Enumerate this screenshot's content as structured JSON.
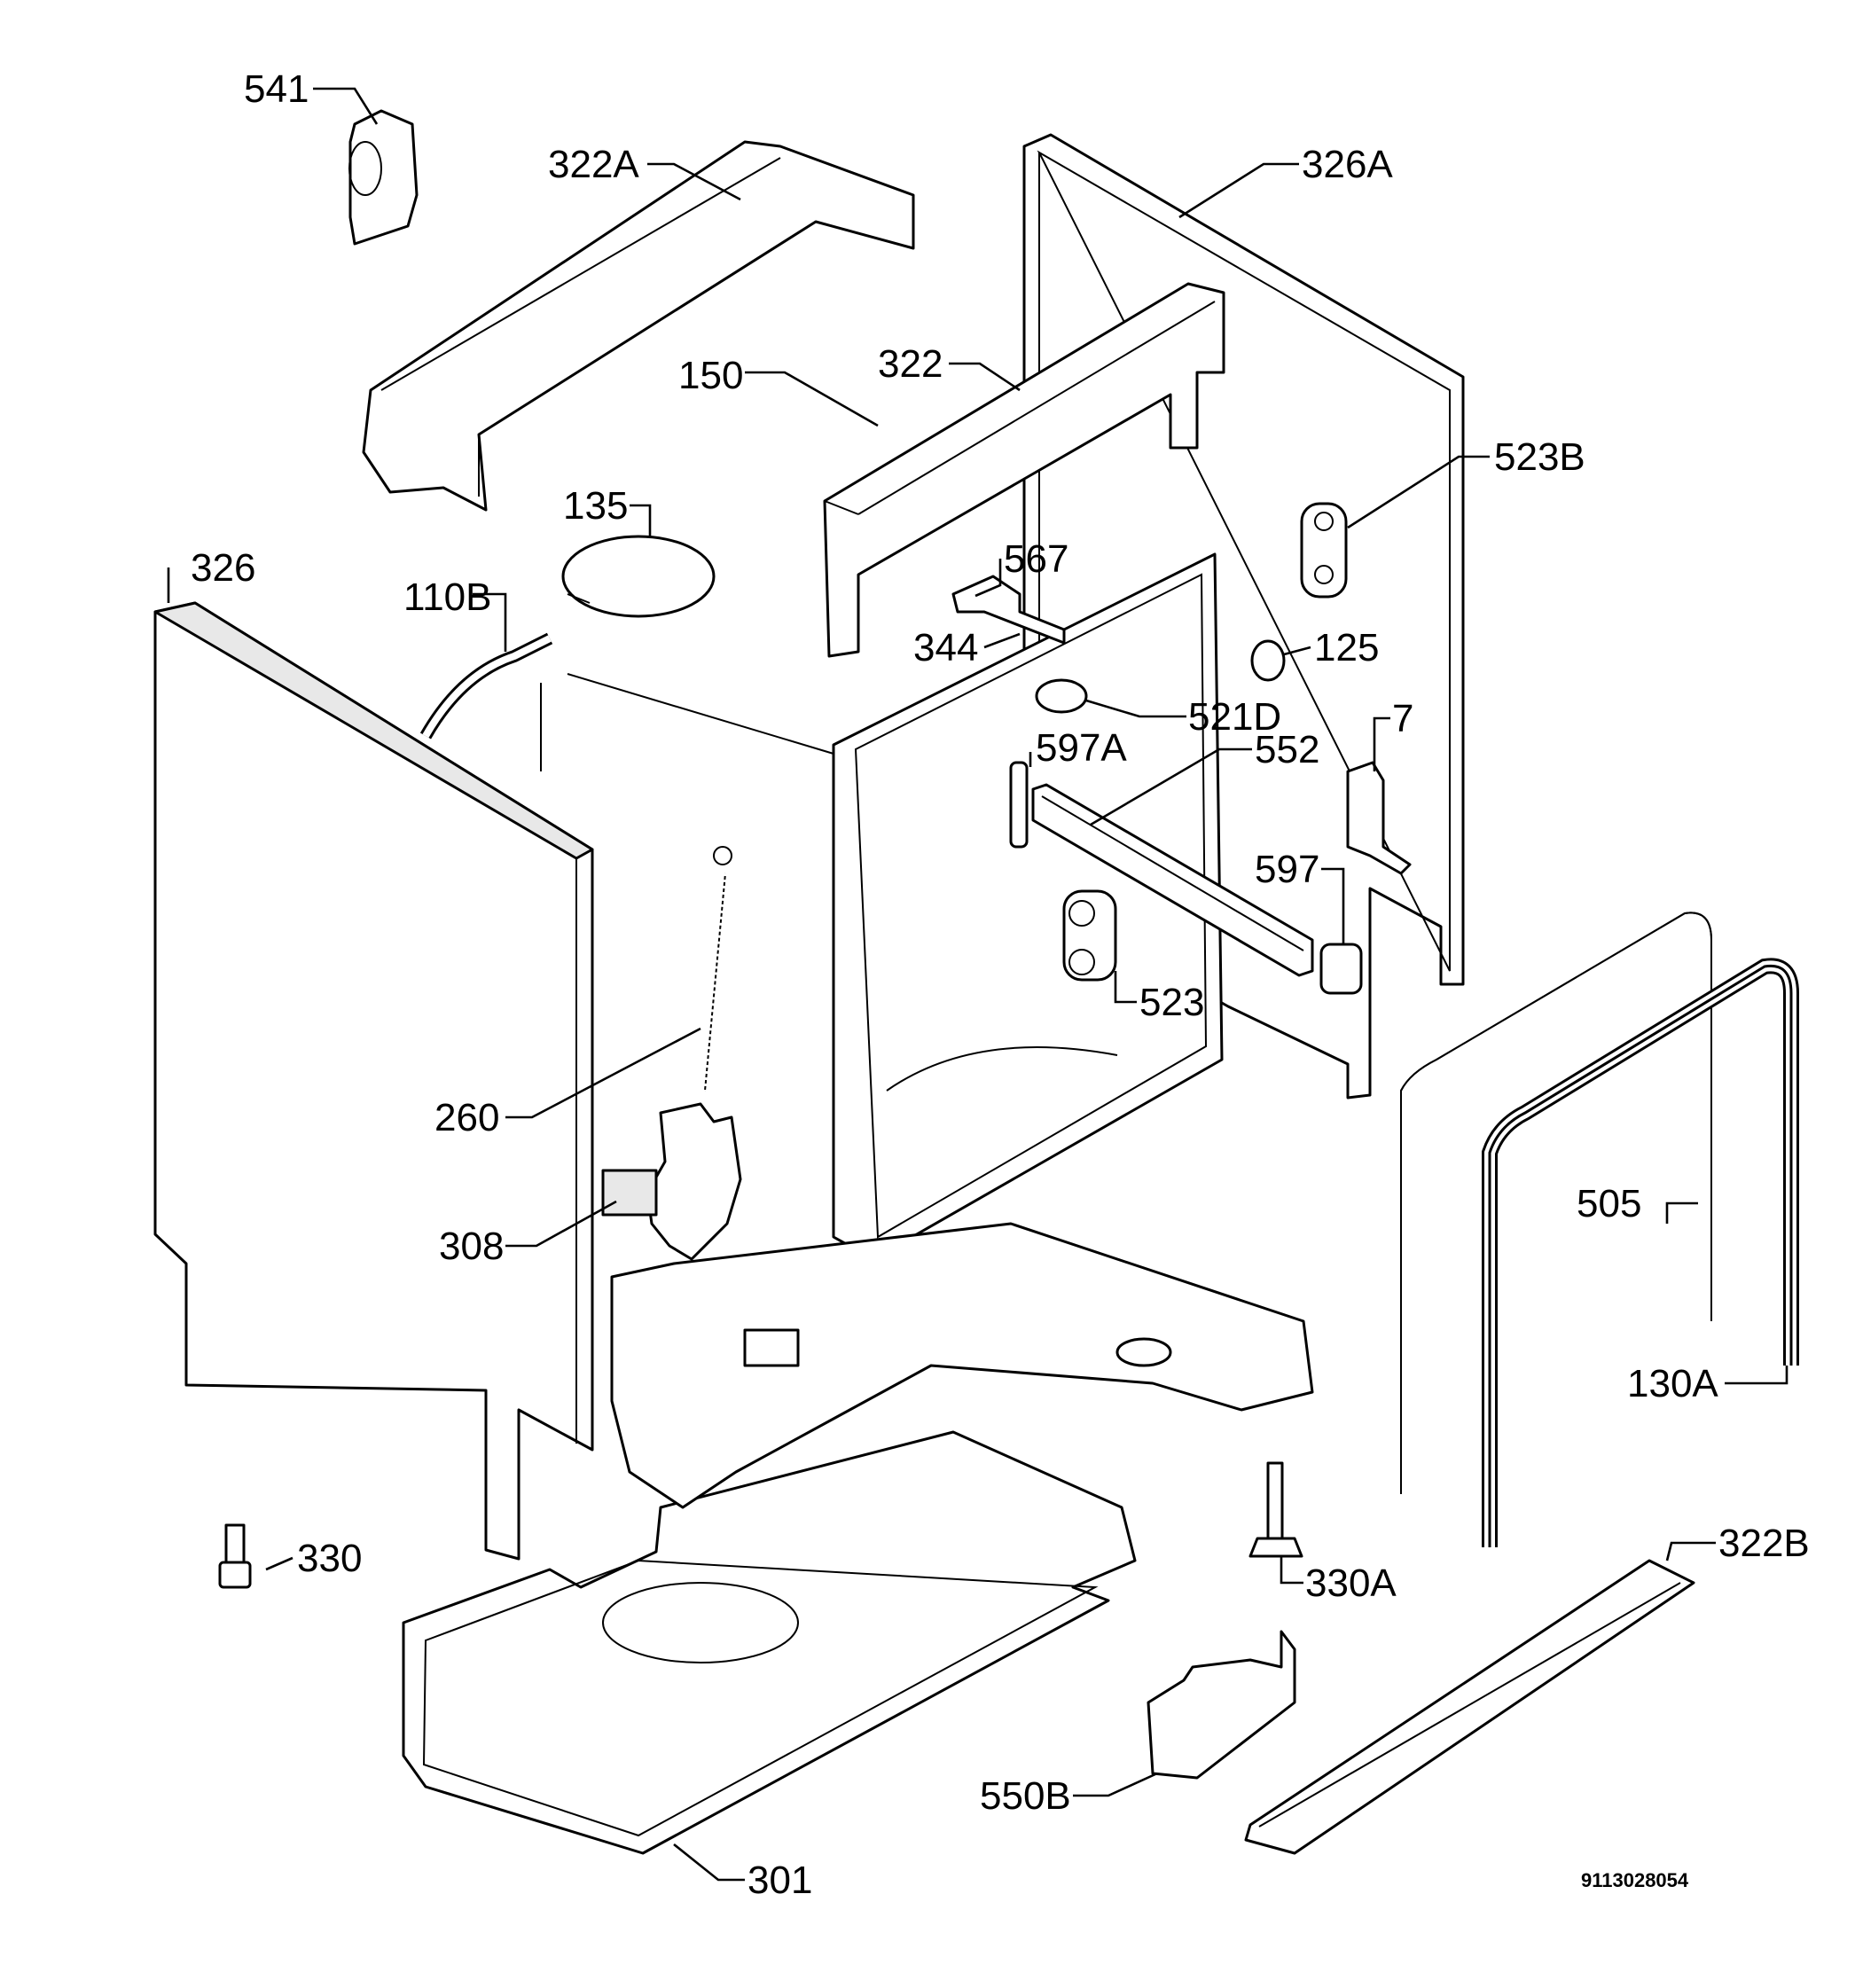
{
  "figure": {
    "drawing_code": "9113028054"
  },
  "callouts": [
    {
      "id": "541",
      "text": "541"
    },
    {
      "id": "322A",
      "text": "322A"
    },
    {
      "id": "326A",
      "text": "326A"
    },
    {
      "id": "150",
      "text": "150"
    },
    {
      "id": "322",
      "text": "322"
    },
    {
      "id": "523B",
      "text": "523B"
    },
    {
      "id": "135",
      "text": "135"
    },
    {
      "id": "567",
      "text": "567"
    },
    {
      "id": "326",
      "text": "326"
    },
    {
      "id": "110B",
      "text": "110B"
    },
    {
      "id": "344",
      "text": "344"
    },
    {
      "id": "125",
      "text": "125"
    },
    {
      "id": "521D",
      "text": "521D"
    },
    {
      "id": "7",
      "text": "7"
    },
    {
      "id": "597A",
      "text": "597A"
    },
    {
      "id": "552",
      "text": "552"
    },
    {
      "id": "597",
      "text": "597"
    },
    {
      "id": "523",
      "text": "523"
    },
    {
      "id": "260",
      "text": "260"
    },
    {
      "id": "505",
      "text": "505"
    },
    {
      "id": "308",
      "text": "308"
    },
    {
      "id": "130A",
      "text": "130A"
    },
    {
      "id": "330",
      "text": "330"
    },
    {
      "id": "322B",
      "text": "322B"
    },
    {
      "id": "330A",
      "text": "330A"
    },
    {
      "id": "550B",
      "text": "550B"
    },
    {
      "id": "301",
      "text": "301"
    }
  ]
}
